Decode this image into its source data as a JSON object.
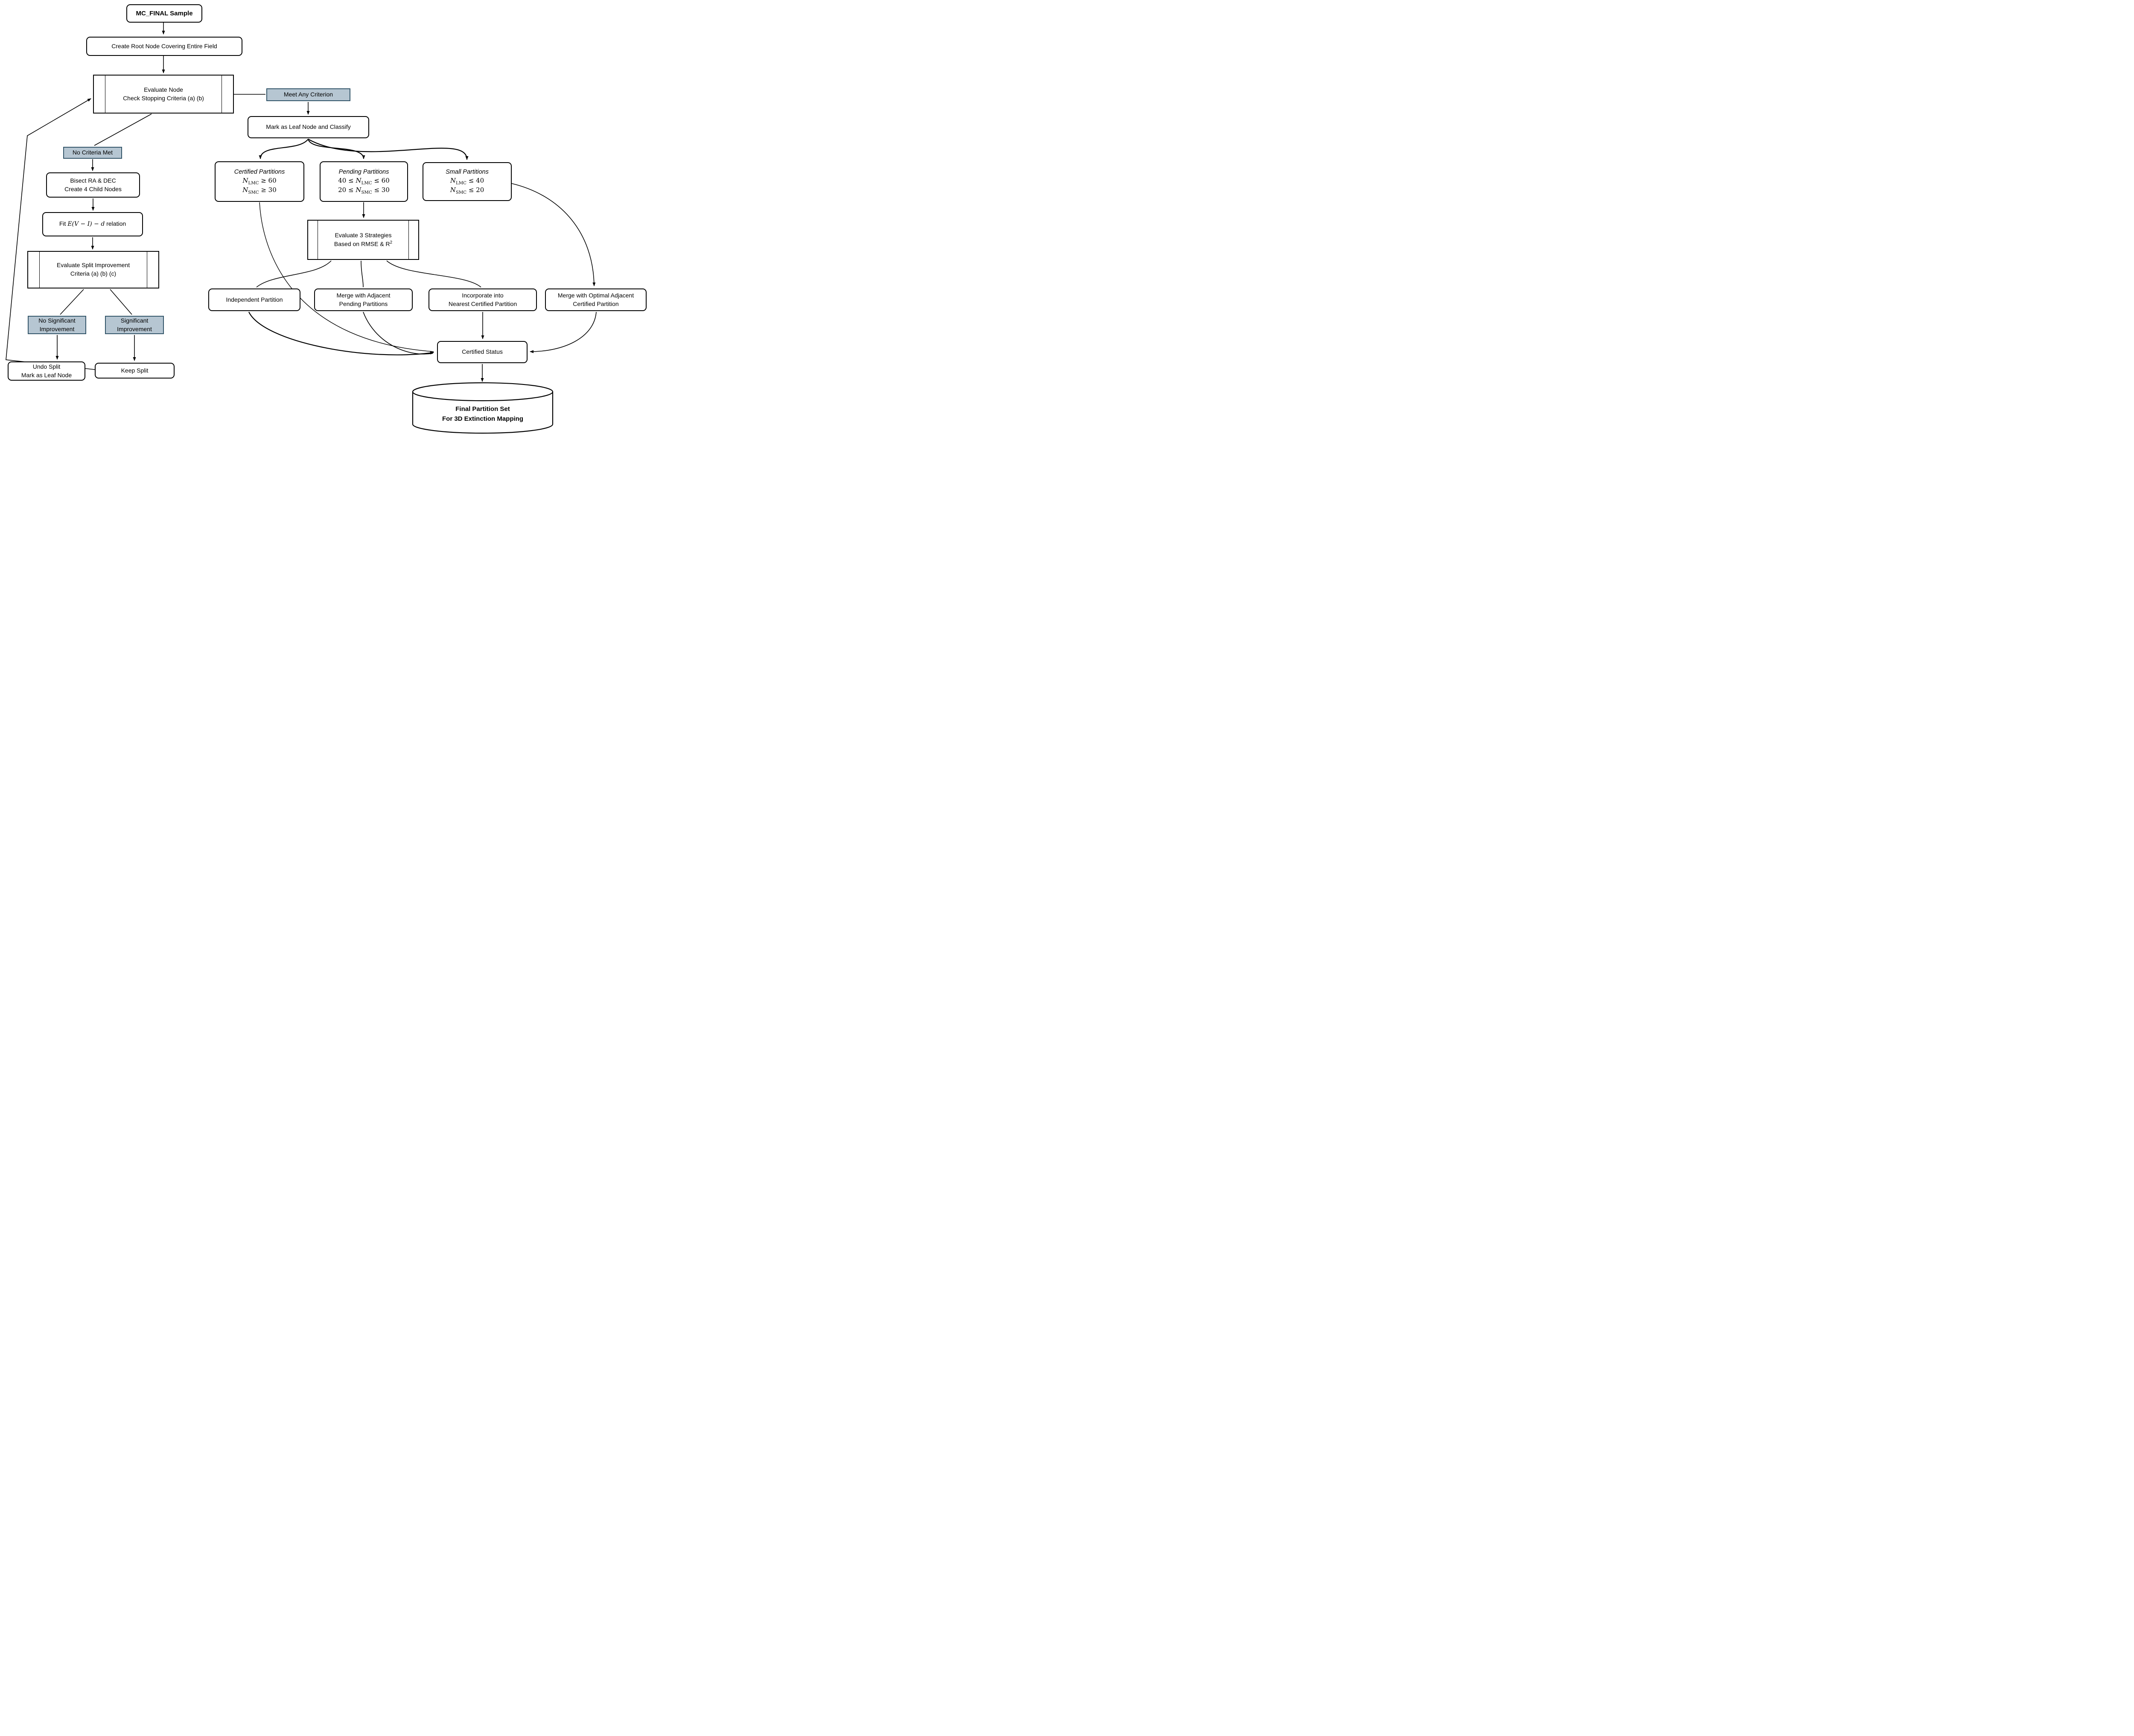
{
  "diagram": {
    "colors": {
      "decision_fill": "#b6c6d2",
      "decision_border": "#335569",
      "line_color": "#000000",
      "node_fill": "#ffffff"
    },
    "nodes": {
      "mc_final": {
        "label": "MC_FINAL Sample"
      },
      "create_root": {
        "label": "Create Root Node Covering Entire Field"
      },
      "evaluate_node": {
        "line1": "Evaluate Node",
        "line2": "Check Stopping Criteria (a) (b)"
      },
      "meet_any": {
        "label": "Meet Any Criterion"
      },
      "mark_leaf": {
        "label": "Mark as Leaf Node and Classify"
      },
      "certified_partitions": {
        "title": "Certified Partitions",
        "cond1": {
          "n": "N",
          "sub": "LMC",
          "rest": " ≥ 60"
        },
        "cond2": {
          "n": "N",
          "sub": "SMC",
          "rest": " ≥ 30"
        }
      },
      "pending_partitions": {
        "title": "Pending Partitions",
        "cond1": {
          "pre": "40 ≤ ",
          "n": "N",
          "sub": "LMC",
          "rest": " ≤ 60"
        },
        "cond2": {
          "pre": "20 ≤ ",
          "n": "N",
          "sub": "SMC",
          "rest": " ≤ 30"
        }
      },
      "small_partitions": {
        "title": "Small Partitions",
        "cond1": {
          "n": "N",
          "sub": "LMC",
          "rest": " ≤ 40"
        },
        "cond2": {
          "n": "N",
          "sub": "SMC",
          "rest": " ≤ 20"
        }
      },
      "evaluate_strategies": {
        "line1": "Evaluate 3 Strategies",
        "line2_pre": "Based on RMSE & R",
        "line2_sup": "2"
      },
      "no_criteria": {
        "label": "No Criteria Met"
      },
      "bisect": {
        "line1": "Bisect RA & DEC",
        "line2": "Create 4 Child Nodes"
      },
      "fit_relation": {
        "pre": "Fit ",
        "math": "E(V − I) − d",
        "rest": " relation"
      },
      "evaluate_split": {
        "line1": "Evaluate Split Improvement",
        "line2": "Criteria (a) (b) (c)"
      },
      "no_significant": {
        "line1": "No Significant",
        "line2": "Improvement"
      },
      "significant": {
        "line1": "Significant",
        "line2": "Improvement"
      },
      "undo_split": {
        "line1": "Undo Split",
        "line2": "Mark as Leaf Node"
      },
      "keep_split": {
        "label": "Keep Split"
      },
      "independent": {
        "label": "Independent Partition"
      },
      "merge_pending": {
        "line1": "Merge with Adjacent",
        "line2": "Pending Partitions"
      },
      "incorporate": {
        "line1": "Incorporate into",
        "line2": "Nearest Certified Partition"
      },
      "merge_optimal": {
        "line1": "Merge with Optimal Adjacent",
        "line2": "Certified Partition"
      },
      "certified_status": {
        "label": "Certified Status"
      },
      "final_set": {
        "line1": "Final Partition Set",
        "line2": "For 3D Extinction Mapping"
      }
    }
  }
}
